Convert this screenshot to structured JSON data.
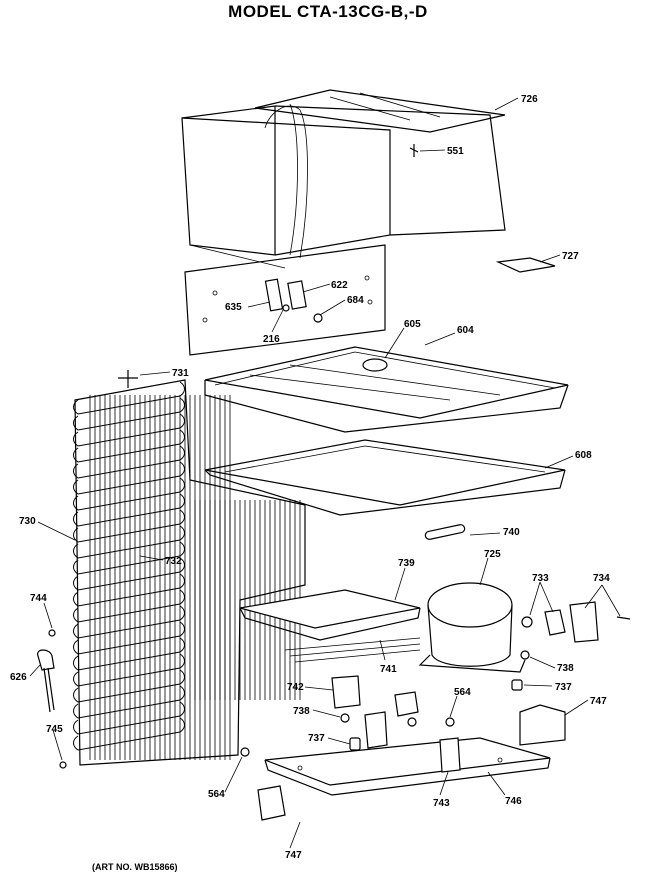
{
  "title": "MODEL CTA-13CG-B,-D",
  "art_number": "(ART NO. WB15866)",
  "part_labels": {
    "p726": "726",
    "p551": "551",
    "p727": "727",
    "p622": "622",
    "p684": "684",
    "p635": "635",
    "p216": "216",
    "p605": "605",
    "p604": "604",
    "p731": "731",
    "p608": "608",
    "p730": "730",
    "p732": "732",
    "p740": "740",
    "p739": "739",
    "p725": "725",
    "p733": "733",
    "p734": "734",
    "p744": "744",
    "p741": "741",
    "p738a": "738",
    "p626": "626",
    "p737a": "737",
    "p742": "742",
    "p564a": "564",
    "p747a": "747",
    "p738b": "738",
    "p737b": "737",
    "p745": "745",
    "p564b": "564",
    "p743": "743",
    "p746": "746",
    "p747b": "747"
  }
}
